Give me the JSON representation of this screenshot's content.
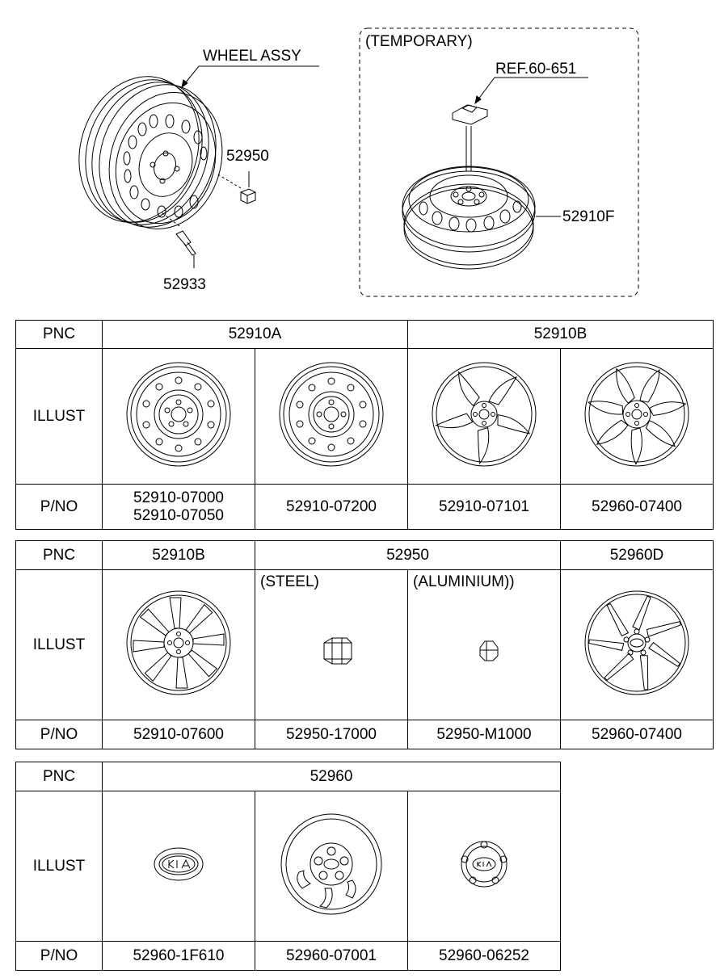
{
  "top": {
    "wheel_assy_label": "WHEEL ASSY",
    "nut_label": "52950",
    "valve_label": "52933",
    "temporary_label": "(TEMPORARY)",
    "ref_label": "REF.60-651",
    "spare_label": "52910F"
  },
  "table1": {
    "pnc_header": "PNC",
    "illust_header": "ILLUST",
    "pno_header": "P/NO",
    "groups": [
      "52910A",
      "52910B"
    ],
    "parts": [
      {
        "pno": [
          "52910-07000",
          "52910-07050"
        ],
        "icon": "steel-wheel-icon"
      },
      {
        "pno": [
          "52910-07200"
        ],
        "icon": "steel-wheel-icon"
      },
      {
        "pno": [
          "52910-07101"
        ],
        "icon": "alloy-wheel-icon"
      },
      {
        "pno": [
          "52960-07400"
        ],
        "icon": "alloy-wheel-icon"
      }
    ]
  },
  "table2": {
    "pnc_header": "PNC",
    "illust_header": "ILLUST",
    "pno_header": "P/NO",
    "groups": [
      "52910B",
      "52950",
      "52960D"
    ],
    "sub_labels": [
      "(STEEL)",
      "(ALUMINIUM))"
    ],
    "parts": [
      {
        "pno": "52910-07600",
        "icon": "alloy-wheel-icon"
      },
      {
        "pno": "52950-17000",
        "icon": "lug-nut-icon"
      },
      {
        "pno": "52950-M1000",
        "icon": "lug-nut-icon"
      },
      {
        "pno": "52960-07400",
        "icon": "alloy-wheel-kia-icon"
      }
    ]
  },
  "table3": {
    "pnc_header": "PNC",
    "illust_header": "ILLUST",
    "pno_header": "P/NO",
    "group": "52960",
    "parts": [
      {
        "pno": "52960-1F610",
        "icon": "kia-emblem-icon"
      },
      {
        "pno": "52960-07001",
        "icon": "wheel-cover-icon"
      },
      {
        "pno": "52960-06252",
        "icon": "center-cap-icon"
      }
    ]
  }
}
